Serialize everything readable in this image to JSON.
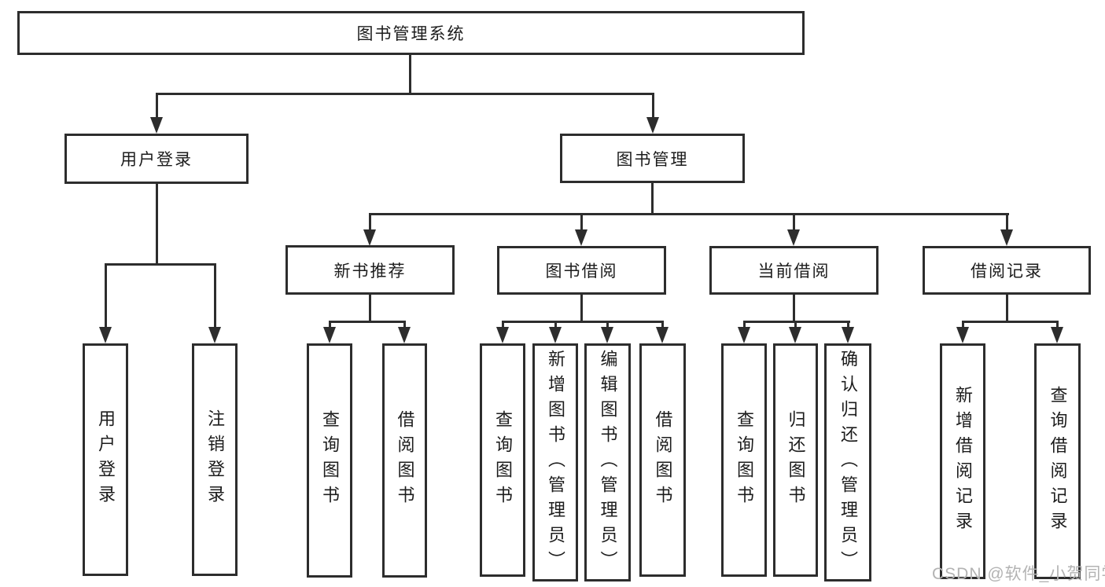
{
  "diagram": {
    "root": {
      "label": "图书管理系统"
    },
    "level2": {
      "user_login": {
        "label": "用户登录"
      },
      "book_mgmt": {
        "label": "图书管理"
      }
    },
    "level3": {
      "new_books": {
        "label": "新书推荐"
      },
      "book_borrow": {
        "label": "图书借阅"
      },
      "current_borrow": {
        "label": "当前借阅"
      },
      "borrow_records": {
        "label": "借阅记录"
      }
    },
    "leaves": {
      "user_login": "用户登录",
      "logout": "注销登录",
      "nb_query_books": "查询图书",
      "nb_borrow_books": "借阅图书",
      "bb_query_books": "查询图书",
      "bb_add_books": "新增图书（管理员）",
      "bb_edit_books": "编辑图书（管理员）",
      "bb_borrow_books": "借阅图书",
      "cb_query_books": "查询图书",
      "cb_return_books": "归还图书",
      "cb_confirm_return": "确认归还（管理员）",
      "br_add_record": "新增借阅记录",
      "br_query_record": "查询借阅记录"
    }
  },
  "watermark": "CSDN @软件_小贺同学",
  "colors": {
    "line": "#2d2d2d",
    "text": "#1c1c1c",
    "background": "#ffffff",
    "watermark": "#b3b3b3"
  }
}
